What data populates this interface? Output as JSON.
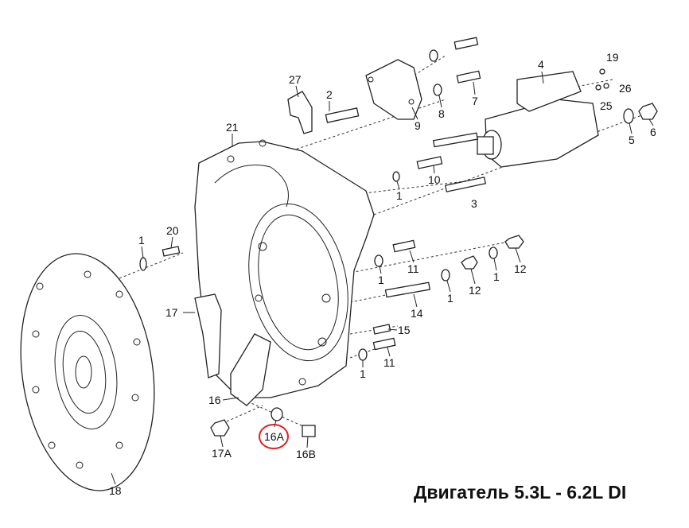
{
  "title": "Двигатель 5.3L - 6.2L DI",
  "highlight_color": "#e02020",
  "callouts": {
    "c4": "4",
    "c19": "19",
    "c26": "26",
    "c25": "25",
    "c6": "6",
    "c5": "5",
    "c27": "27",
    "c2": "2",
    "c9": "9",
    "c8": "8",
    "c7": "7",
    "c21": "21",
    "c10": "10",
    "c1a": "1",
    "c3": "3",
    "c20": "20",
    "c1b": "1",
    "c11a": "11",
    "c1c": "1",
    "c12a": "12",
    "c1d": "1",
    "c12b": "12",
    "c1e": "1",
    "c14": "14",
    "c15": "15",
    "c17": "17",
    "c11b": "11",
    "c1f": "1",
    "c16": "16",
    "c16a": "16A",
    "c17a": "17A",
    "c16b": "16B",
    "c18": "18"
  }
}
